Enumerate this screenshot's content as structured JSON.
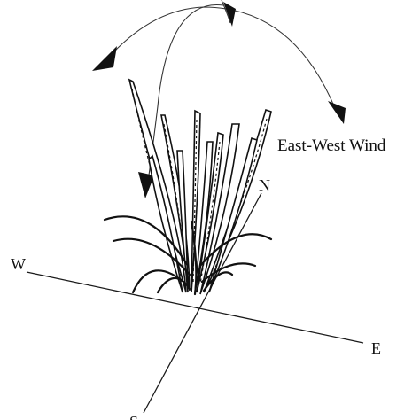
{
  "labels": {
    "north": "N",
    "south": "S",
    "east": "E",
    "west": "W",
    "east_west_wind": "East-West Wind"
  },
  "icons": {
    "grass_plant": "grass-plant-icon",
    "arrow": "arrowhead-icon"
  },
  "colors": {
    "ink": "#111111",
    "background": "#ffffff"
  }
}
